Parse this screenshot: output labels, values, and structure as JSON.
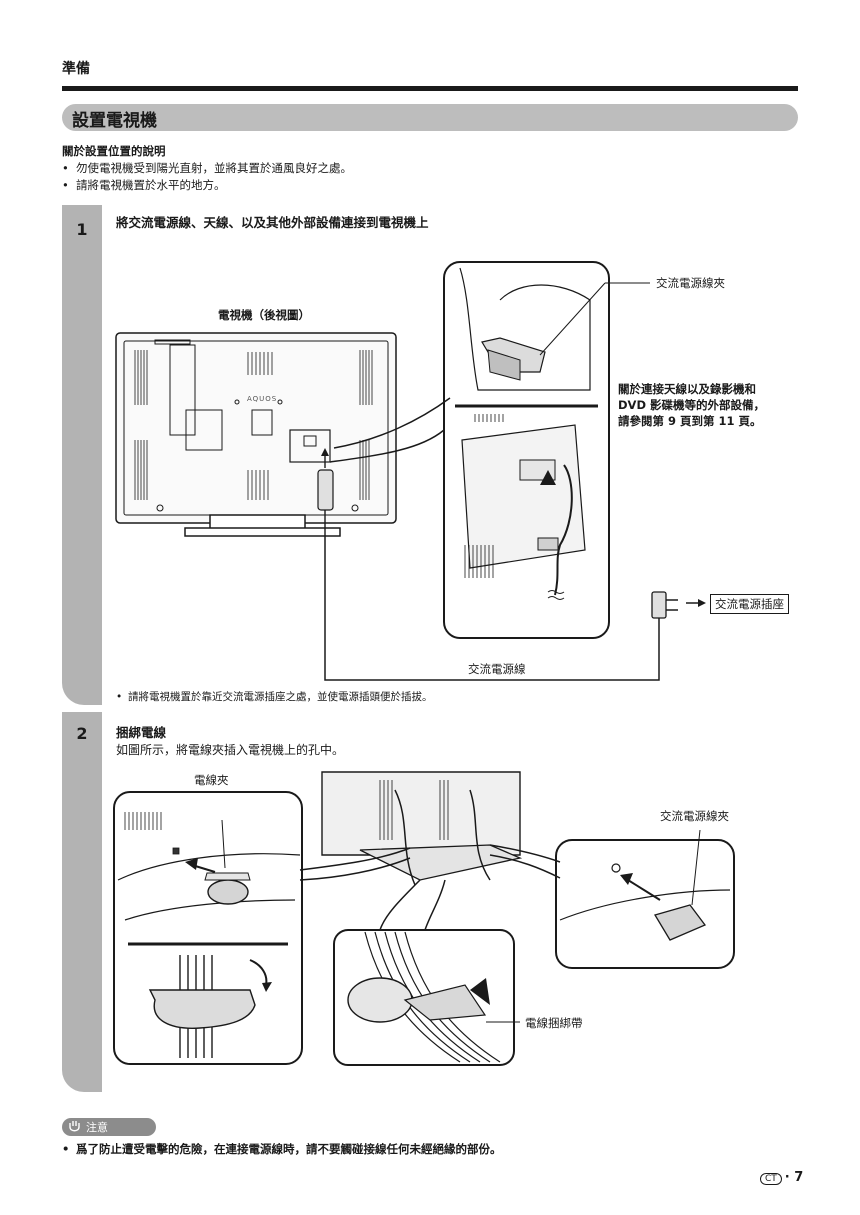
{
  "header": {
    "section": "準備"
  },
  "title": "設置電視機",
  "placement": {
    "heading": "關於設置位置的說明",
    "bullets": [
      "勿使電視機受到陽光直射，並將其置於通風良好之處。",
      "請將電視機置於水平的地方。"
    ]
  },
  "step1": {
    "number": "1",
    "title": "將交流電源線、天線、以及其他外部設備連接到電視機上",
    "tv_back_label": "電視機（後視圖）",
    "clip_label": "交流電源線夾",
    "ref_line1": "關於連接天線以及錄影機和",
    "ref_line2": "DVD 影碟機等的外部設備，",
    "ref_line3": "請參閱第 9 頁到第 11 頁。",
    "outlet_label": "交流電源插座",
    "cord_label": "交流電源線",
    "note": "請將電視機置於靠近交流電源插座之處，並使電源插頭便於插拔。",
    "brand": "AQUOS"
  },
  "step2": {
    "number": "2",
    "title": "捆綁電線",
    "text": "如圖所示，將電線夾插入電視機上的孔中。",
    "cable_clip_label": "電線夾",
    "clip_label": "交流電源線夾",
    "tie_label": "電線捆綁帶"
  },
  "caution": {
    "label": "注意",
    "text": "爲了防止遭受電擊的危險，在連接電源線時，請不要觸碰接線任何未經絕緣的部份。"
  },
  "footer": {
    "lang": "CT",
    "sep": "· ",
    "page": "7"
  }
}
